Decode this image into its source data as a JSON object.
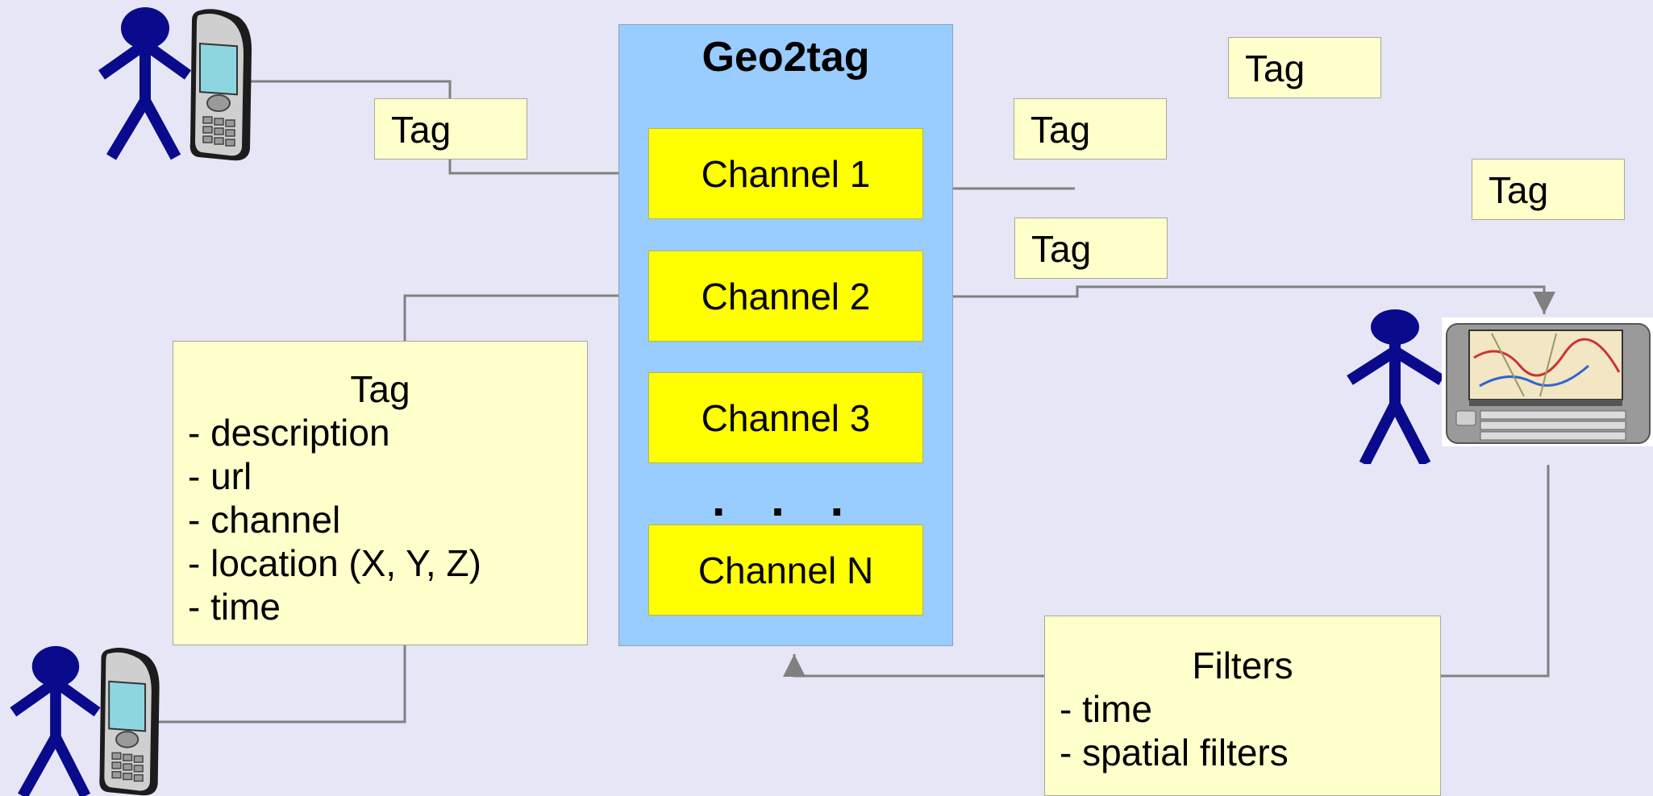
{
  "server": {
    "title": "Geo2tag",
    "channels": [
      "Channel 1",
      "Channel 2",
      "Channel 3",
      "Channel N"
    ],
    "ellipsis": ". . ."
  },
  "tags": {
    "incoming": "Tag",
    "floating": [
      "Tag",
      "Tag",
      "Tag",
      "Tag"
    ]
  },
  "tag_info": {
    "heading": "Tag",
    "fields": [
      "- description",
      "- url",
      "- channel",
      "- location (X, Y, Z)",
      "- time"
    ]
  },
  "filters": {
    "heading": "Filters",
    "fields": [
      "- time",
      "- spatial filters"
    ]
  },
  "colors": {
    "background": "#e6e6f6",
    "server": "#99ccff",
    "channel": "#ffff00",
    "tag": "#ffffcc",
    "person": "#0a0a8c",
    "arrow": "#808080"
  }
}
